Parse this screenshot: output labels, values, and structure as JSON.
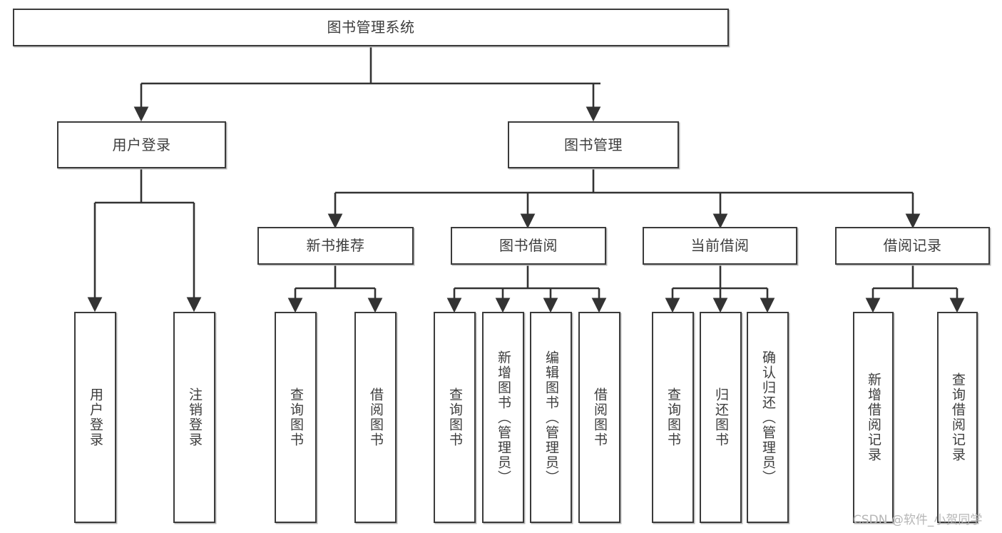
{
  "diagram": {
    "type": "tree-hierarchy-diagram",
    "title": "图书管理系统",
    "watermark": "CSDN @软件_小贺同学",
    "colors": {
      "box_border": "#3b3b3b",
      "box_fill": "#ffffff",
      "edge": "#333333",
      "text": "#3d3d3d",
      "watermark": "#b6b6b6"
    },
    "nodes": {
      "root": {
        "label": "图书管理系统"
      },
      "level2": [
        {
          "label": "用户登录"
        },
        {
          "label": "图书管理"
        }
      ],
      "level3": [
        {
          "label": "新书推荐"
        },
        {
          "label": "图书借阅"
        },
        {
          "label": "当前借阅"
        },
        {
          "label": "借阅记录"
        }
      ],
      "leaves": {
        "user_login": [
          {
            "label": "用户登录"
          },
          {
            "label": "注销登录"
          }
        ],
        "new_book_recommend": [
          {
            "label": "查询图书"
          },
          {
            "label": "借阅图书"
          }
        ],
        "book_borrow": [
          {
            "label": "查询图书"
          },
          {
            "label": "新增图书（管理员）"
          },
          {
            "label": "编辑图书（管理员）"
          },
          {
            "label": "借阅图书"
          }
        ],
        "current_borrow": [
          {
            "label": "查询图书"
          },
          {
            "label": "归还图书"
          },
          {
            "label": "确认归还（管理员）"
          }
        ],
        "borrow_records": [
          {
            "label": "新增借阅记录"
          },
          {
            "label": "查询借阅记录"
          }
        ]
      }
    }
  }
}
